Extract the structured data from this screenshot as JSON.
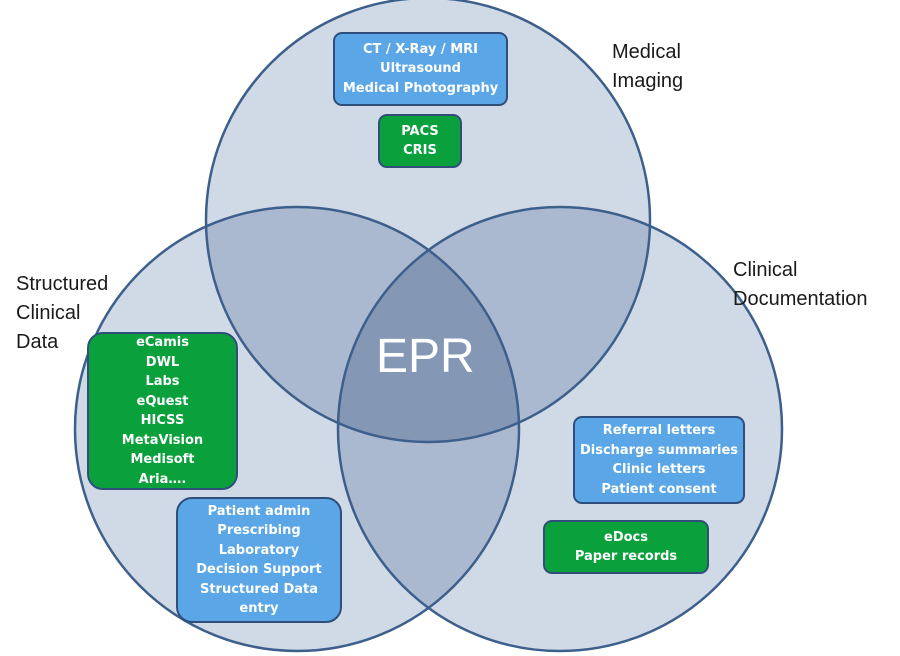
{
  "circles": {
    "imaging": {
      "label_lines": [
        "Medical",
        "Imaging"
      ]
    },
    "structured": {
      "label_lines": [
        "Structured",
        "Clinical",
        "Data"
      ]
    },
    "documentation": {
      "label_lines": [
        "Clinical",
        "Documentation"
      ]
    }
  },
  "center": {
    "label": "EPR"
  },
  "boxes": {
    "imaging_modalities": {
      "color": "blue",
      "lines": [
        "CT / X-Ray / MRI",
        "Ultrasound",
        "Medical Photography"
      ]
    },
    "imaging_systems": {
      "color": "green",
      "lines": [
        "PACS",
        "CRIS"
      ]
    },
    "structured_systems": {
      "color": "green",
      "lines": [
        "eCamis",
        "DWL",
        "Labs",
        "eQuest",
        "HICSS",
        "MetaVision",
        "Medisoft",
        "Aria…."
      ]
    },
    "structured_functions": {
      "color": "blue",
      "lines": [
        "Patient admin",
        "Prescribing",
        "Laboratory",
        "Decision Support",
        "Structured Data",
        "entry"
      ]
    },
    "documentation_types": {
      "color": "blue",
      "lines": [
        "Referral letters",
        "Discharge summaries",
        "Clinic letters",
        "Patient consent"
      ]
    },
    "documentation_systems": {
      "color": "green",
      "lines": [
        "eDocs",
        "Paper records"
      ]
    }
  },
  "colors": {
    "circle_fill": "#d0d9e6",
    "circle_stroke": "#3d5f8c",
    "overlap_two": "#aab9cf",
    "overlap_three": "#8497b4",
    "blue_box": "#5aa6e6",
    "green_box": "#0aa03c"
  }
}
